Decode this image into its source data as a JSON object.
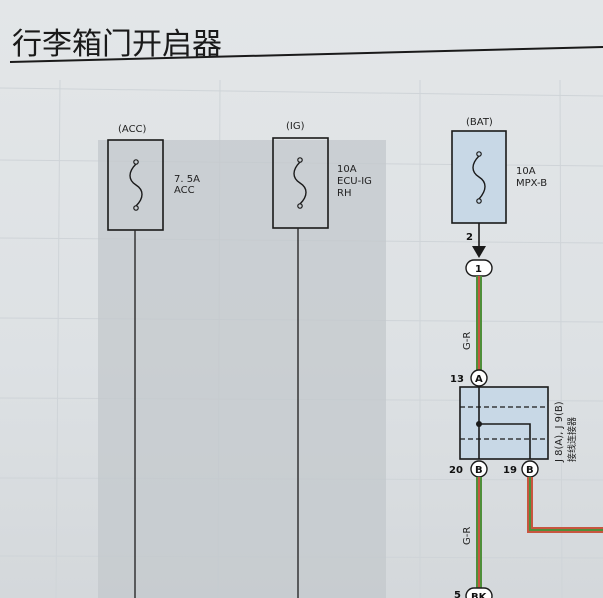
{
  "title": "行李箱门开启器",
  "fuses": {
    "acc": {
      "source": "(ACC)",
      "rating": "7. 5A",
      "name": "ACC",
      "name2": ""
    },
    "ig": {
      "source": "(IG)",
      "rating": "10A",
      "name": "ECU-IG",
      "name2": "RH"
    },
    "bat": {
      "source": "(BAT)",
      "rating": "10A",
      "name": "MPX-B",
      "name2": ""
    }
  },
  "pins": {
    "bat_out": "2",
    "bat_conn": "1",
    "j_in_pin": "13",
    "j_in_conn": "A",
    "j_out_pin": "20",
    "j_out_conn": "B",
    "j_out2_pin": "19",
    "j_out2_conn": "B",
    "bottom_pin": "5",
    "bottom_conn": "BK"
  },
  "wires": {
    "upper": "G-R",
    "lower": "G-R"
  },
  "junction": {
    "code": "J 8(A), J 9(B)",
    "name": "接线连接器"
  },
  "colors": {
    "wire_g": "#4f8f3a",
    "wire_r": "#c8553f",
    "fuse_fill": "#c8d8e6",
    "shade": "#bfc4c8"
  }
}
